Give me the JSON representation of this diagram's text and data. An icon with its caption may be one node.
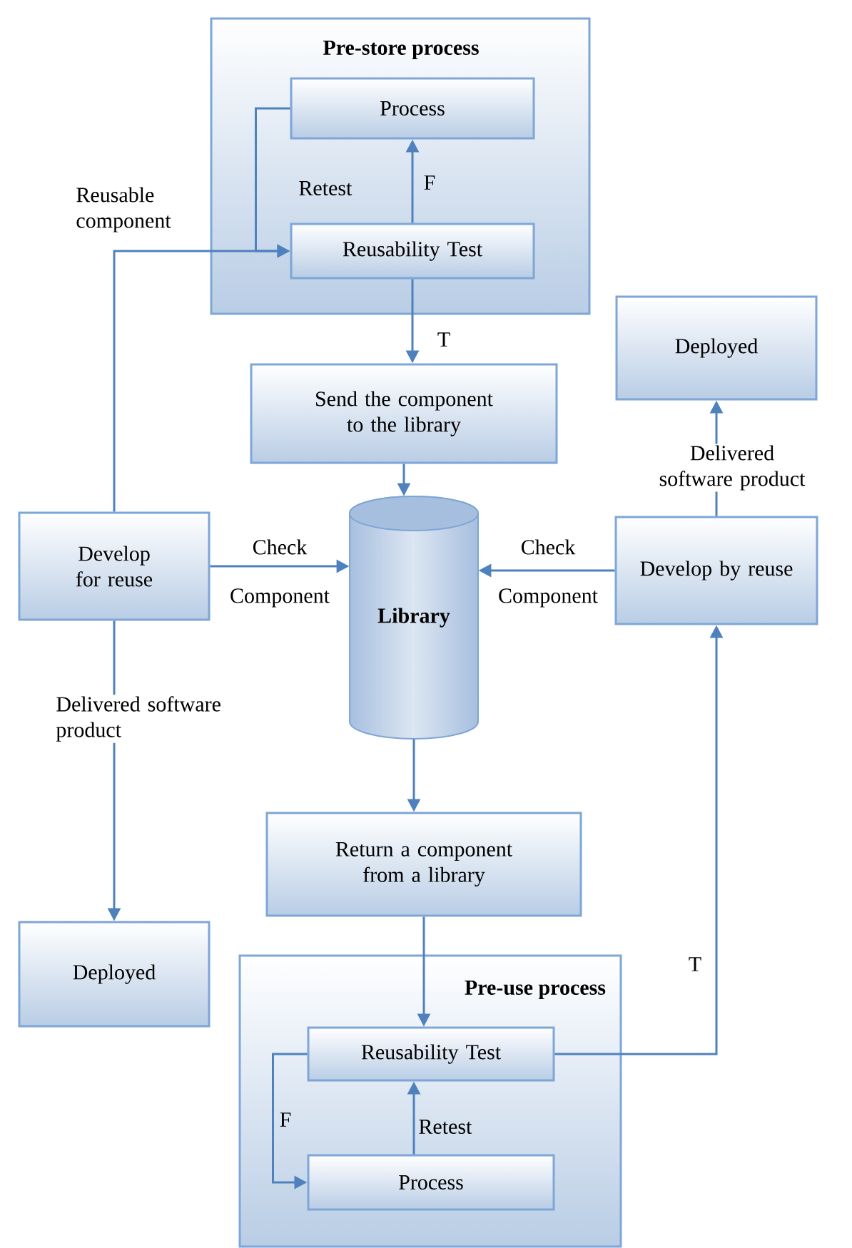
{
  "diagram": {
    "nodes": [
      {
        "text": [
          "Pre-store process"
        ]
      },
      {
        "text": [
          "Process"
        ],
        "in": 0
      },
      {
        "text": [
          "Reusability Test"
        ],
        "in": 0
      },
      {
        "text": [
          "Deployed"
        ]
      },
      {
        "text": [
          "Send the component to the library"
        ]
      },
      {
        "text": [
          "Develop for reuse"
        ]
      },
      {
        "text": [
          "Library"
        ]
      },
      {
        "text": [
          "Develop by reuse"
        ]
      },
      {
        "text": [
          "Deployed"
        ]
      },
      {
        "text": [
          "Return a component from a library"
        ]
      },
      {
        "text": [
          "Pre-use process"
        ]
      },
      {
        "text": [
          "Reusability Test"
        ],
        "in": 10
      },
      {
        "text": [
          "Process"
        ],
        "in": 10
      }
    ],
    "edges": [
      {
        "from": 2,
        "to": 1,
        "arrow": "to",
        "label": "F"
      },
      {
        "from": 1,
        "to": 2,
        "arrow": "to",
        "label": "Retest"
      },
      {
        "from": 5,
        "to": 2,
        "arrow": "to",
        "label": "Reusable component"
      },
      {
        "from": 2,
        "to": 4,
        "arrow": "to",
        "label": "T"
      },
      {
        "from": 4,
        "to": 6,
        "arrow": "to"
      },
      {
        "from": 5,
        "to": 6,
        "arrow": "to",
        "label": "Check Component"
      },
      {
        "from": 7,
        "to": 6,
        "arrow": "to",
        "label": "Check Component"
      },
      {
        "from": 7,
        "to": 3,
        "arrow": "to",
        "label": "Delivered software product"
      },
      {
        "from": 5,
        "to": 8,
        "arrow": "to",
        "label": "Delivered software product"
      },
      {
        "from": 6,
        "to": 9,
        "arrow": "to"
      },
      {
        "from": 9,
        "to": 11,
        "arrow": "to"
      },
      {
        "from": 11,
        "to": 12,
        "arrow": "to",
        "label": "F"
      },
      {
        "from": 12,
        "to": 11,
        "arrow": "to",
        "label": "Retest"
      },
      {
        "from": 11,
        "to": 7,
        "arrow": "to",
        "label": "T"
      }
    ]
  }
}
